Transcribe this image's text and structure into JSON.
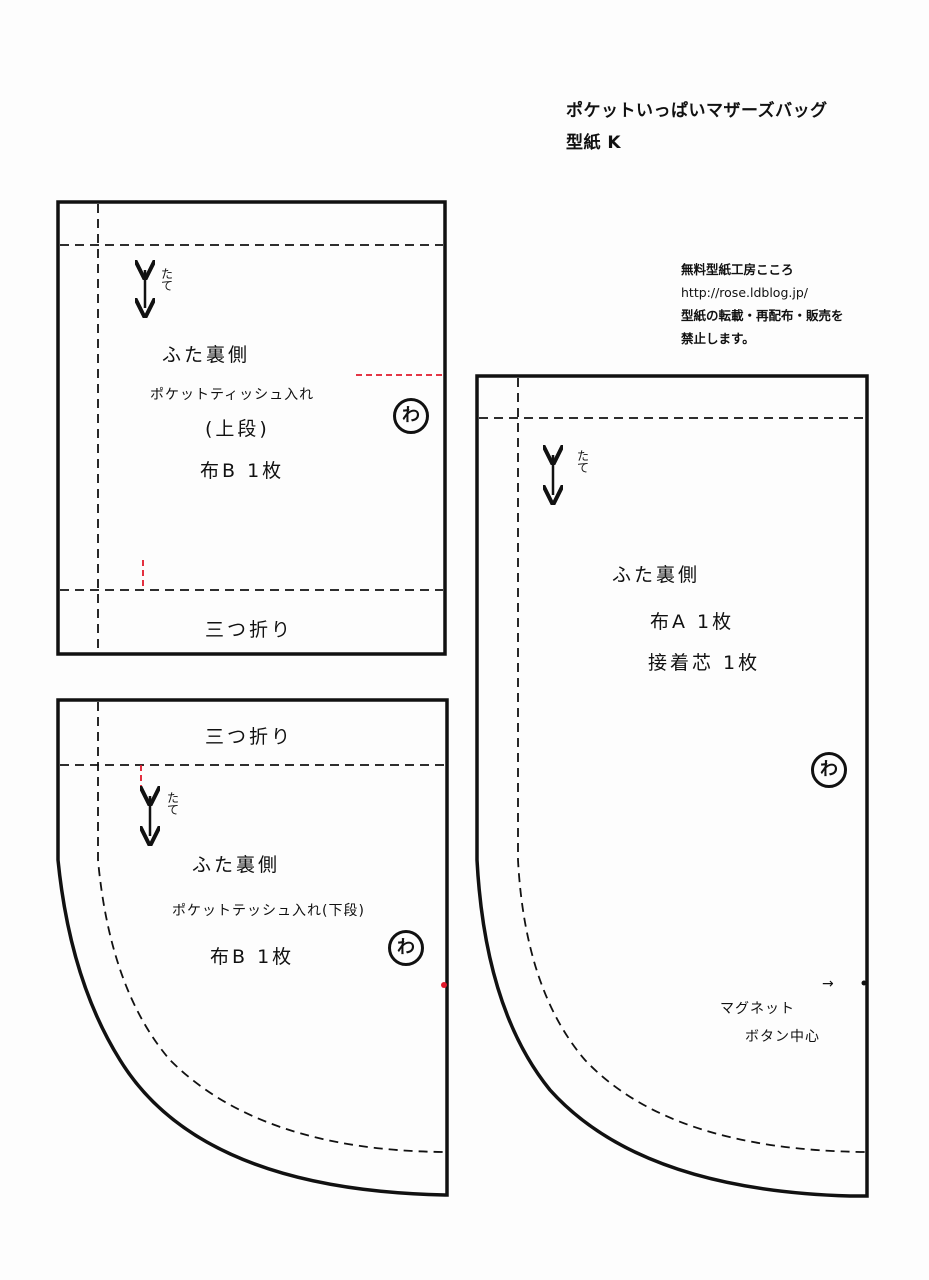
{
  "header": {
    "title": "ポケットいっぱいマザーズバッグ",
    "subtitle": "型紙 K"
  },
  "info": {
    "line1": "無料型紙工房こころ",
    "line2": "http://rose.ldblog.jp/",
    "line3": "型紙の転載・再配布・販売を",
    "line4": "禁止します。"
  },
  "piece1": {
    "grain_label": "たて",
    "name": "ふた裏側",
    "purpose": "ポケットティッシュ入れ",
    "level": "(上段)",
    "fabric": "布B 1枚",
    "fold_label": "三つ折り",
    "fold_mark": "わ"
  },
  "piece2": {
    "fold_label": "三つ折り",
    "grain_label": "たて",
    "name": "ふた裏側",
    "purpose": "ポケットテッシュ入れ(下段)",
    "fabric": "布B 1枚",
    "fold_mark": "わ"
  },
  "piece3": {
    "grain_label": "たて",
    "name": "ふた裏側",
    "fabric": "布A 1枚",
    "interfacing": "接着芯 1枚",
    "fold_mark": "わ",
    "magnet_line1": "マグネット",
    "magnet_line2": "ボタン中心",
    "magnet_arrow": "→"
  },
  "colors": {
    "line": "#111111",
    "accent_red": "#e0192b",
    "paper": "#fdfdfd"
  }
}
